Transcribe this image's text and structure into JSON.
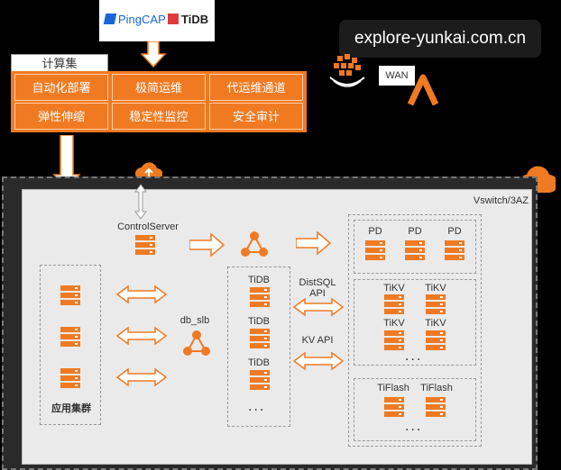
{
  "vendor": {
    "pingcap": "PingCAP",
    "tidb": "TiDB"
  },
  "watermark": "explore-yunkai.com.cn",
  "wan": {
    "label": "WAN"
  },
  "cluster": {
    "title": "计算集",
    "cells": [
      "自动化部署",
      "极简运维",
      "代运维通道",
      "弹性伸缩",
      "稳定性监控",
      "安全审计"
    ]
  },
  "vswitch": "Vswitch/3AZ",
  "control_server": "ControlServer",
  "db_slb": "db_slb",
  "app_cluster": "应用集群",
  "tidb_nodes": [
    "TiDB",
    "TiDB",
    "TiDB"
  ],
  "pd_nodes": [
    "PD",
    "PD",
    "PD"
  ],
  "tikv_nodes": [
    "TiKV",
    "TiKV",
    "TiKV",
    "TiKV"
  ],
  "tiflash_nodes": [
    "TiFlash",
    "TiFlash"
  ],
  "distsql": {
    "line1": "DistSQL",
    "line2": "API"
  },
  "kv_api": "KV API",
  "ellipsis": "...",
  "colors": {
    "accent": "#f07a22",
    "panel": "#eaeaea"
  }
}
